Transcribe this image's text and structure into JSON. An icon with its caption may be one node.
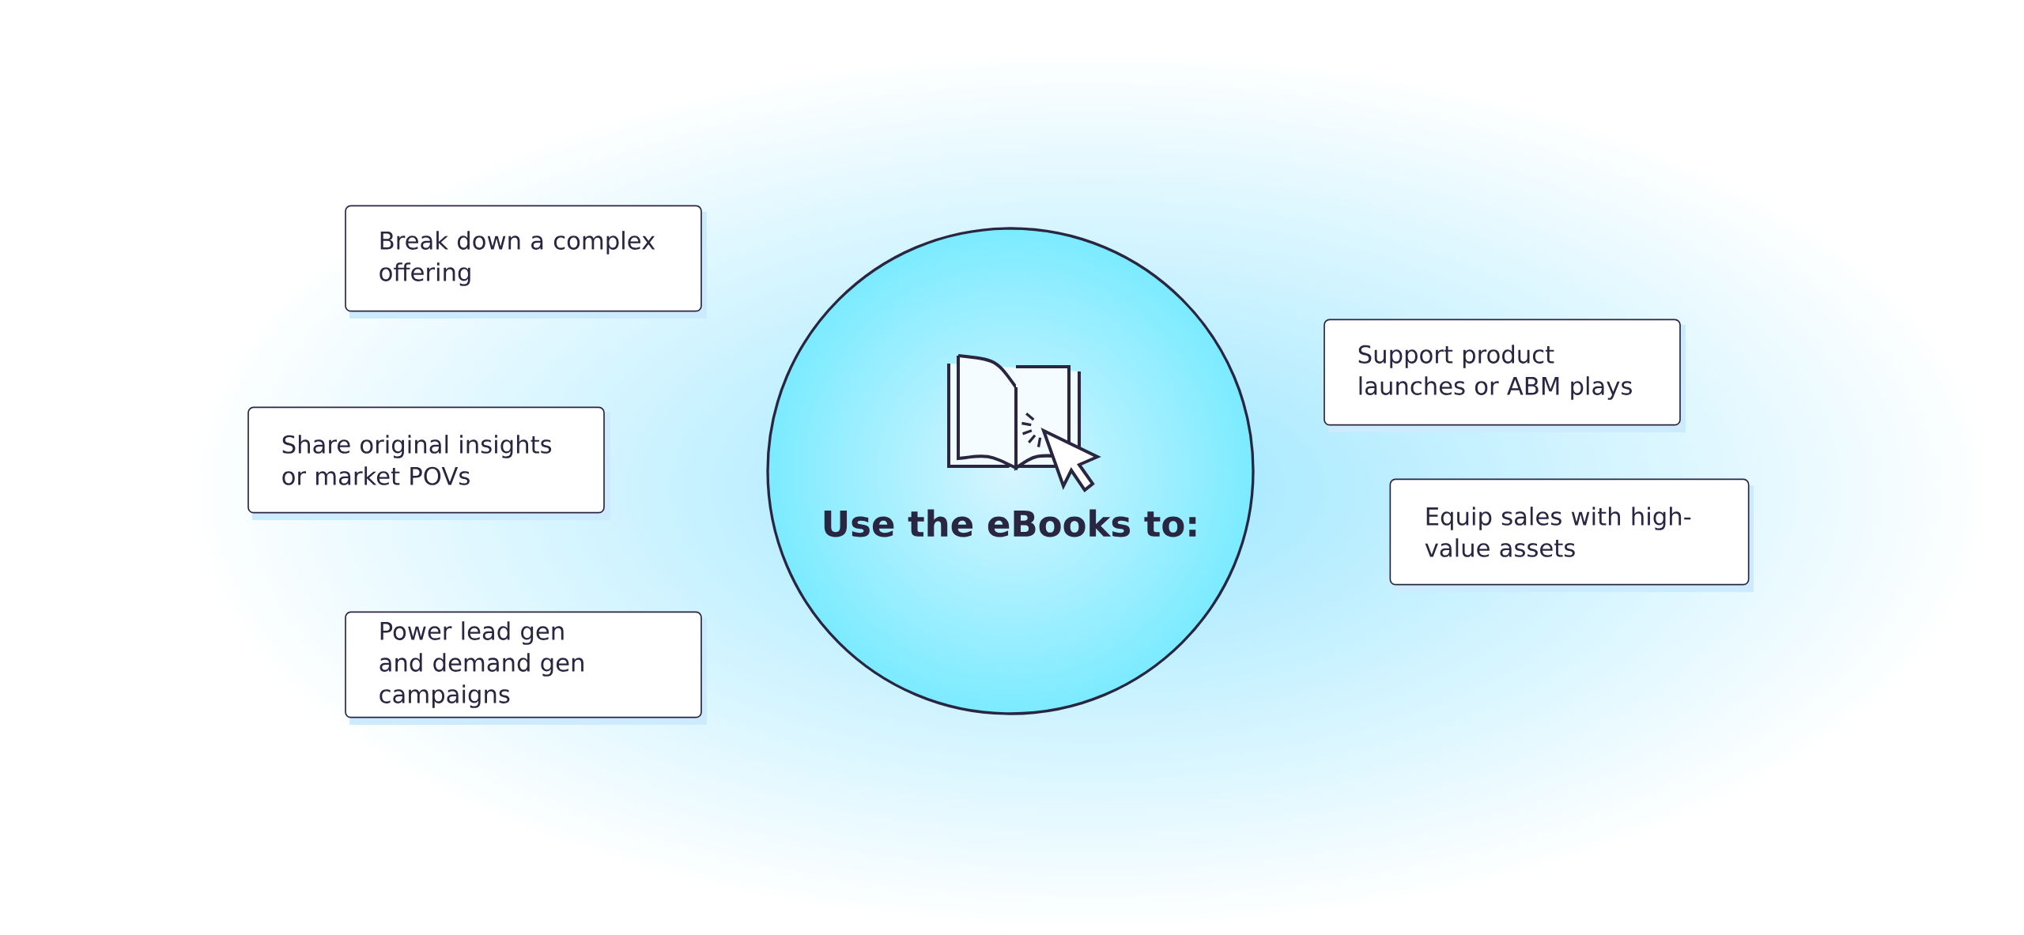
{
  "diagram": {
    "nodes": [
      {
        "text": [
          "Use the eBooks to:"
        ]
      },
      {
        "text": [
          "Break down a complex offering"
        ]
      },
      {
        "text": [
          "Share original insights or market POVs"
        ]
      },
      {
        "text": [
          "Power lead gen and demand gen campaigns"
        ]
      },
      {
        "text": [
          "Support product launches or ABM plays"
        ]
      },
      {
        "text": [
          "Equip sales with high-value assets"
        ]
      }
    ]
  }
}
